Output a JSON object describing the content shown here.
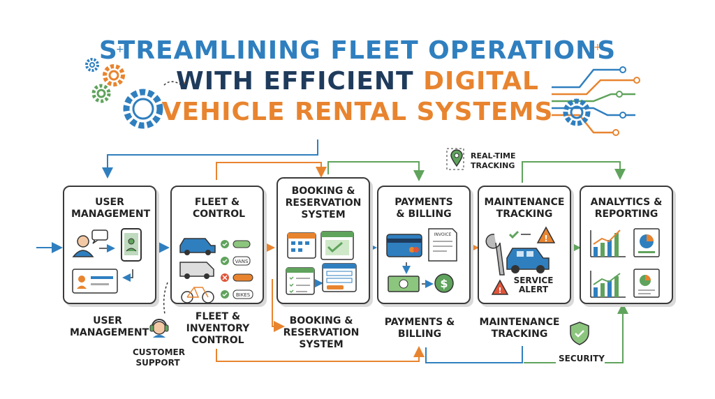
{
  "title": {
    "line1": "STREAMLINING FLEET OPERATIONS",
    "line2_part1": "WITH EFFICIENT",
    "line2_part2": "DIGITAL",
    "line3": "VEHICLE RENTAL SYSTEMS"
  },
  "cards": [
    {
      "id": "user-management",
      "title": "USER MANAGEMENT"
    },
    {
      "id": "fleet-control",
      "title": "FLEET & CONTROL"
    },
    {
      "id": "booking",
      "title": "BOOKING & RESERVATION SYSTEM"
    },
    {
      "id": "payments",
      "title": "PAYMENTS & BILLING"
    },
    {
      "id": "maintenance",
      "title": "MAINTENANCE TRACKING"
    },
    {
      "id": "analytics",
      "title": "ANALYTICS & REPORTING"
    }
  ],
  "fleet_tags": [
    "VANS",
    "BIKES"
  ],
  "invoice_label": "INVOICE",
  "service_alert": "SERVICE ALERT",
  "realtime_tracking": "REAL-TIME TRACKING",
  "bottom_labels": {
    "user_management": "USER MANAGEMENT",
    "fleet_inventory": "FLEET & INVENTORY CONTROL",
    "booking": "BOOKING & RESERVATION SYSTEM",
    "payments": "PAYMENTS & BILLING",
    "maintenance": "MAINTENANCE TRACKING",
    "customer_support": "CUSTOMER SUPPORT",
    "security": "SECURITY"
  },
  "colors": {
    "blue": "#2f7fbf",
    "navy": "#1f3b5c",
    "orange": "#e8842f",
    "green": "#5fa35c",
    "red": "#e0553a",
    "outline": "#3a3a3a"
  }
}
